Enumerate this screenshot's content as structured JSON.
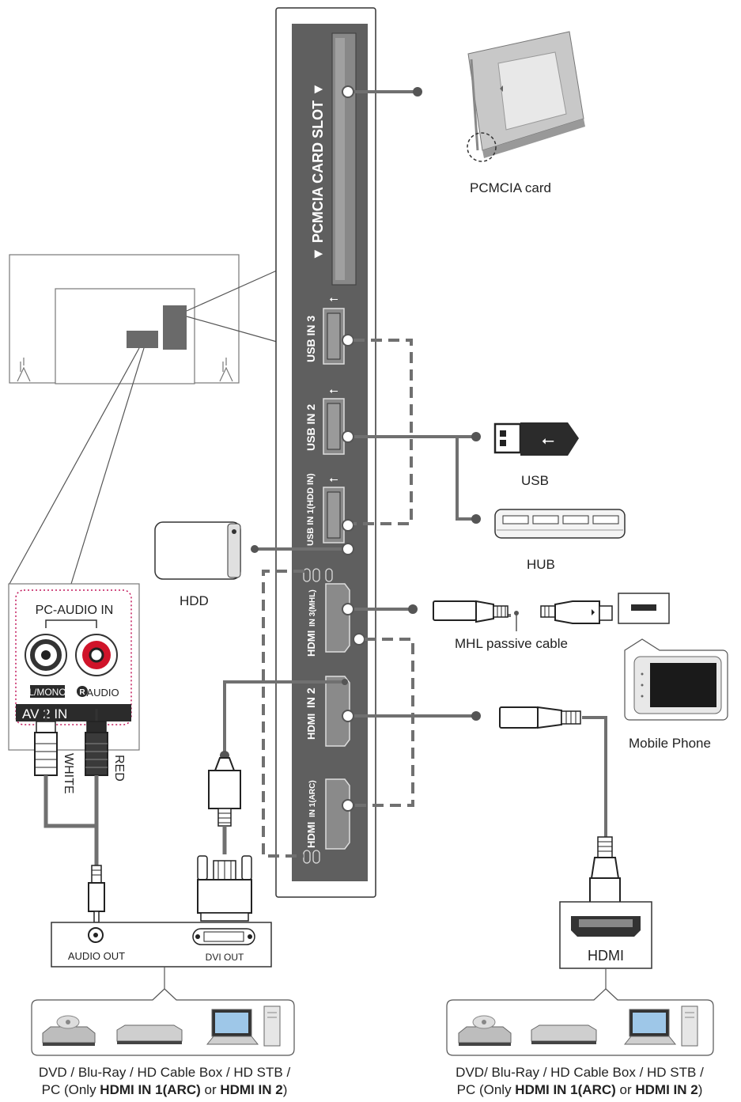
{
  "panel": {
    "pcmcia_slot": "▼ PCMCIA CARD SLOT ▼",
    "usb3": "USB IN 3",
    "usb2": "USB IN 2",
    "usb1": "USB IN 1(HDD IN)",
    "hdmi3_logo": "HDMI",
    "hdmi3": "IN 3(MHL)",
    "hdmi2_logo": "HDMI",
    "hdmi2": "IN 2",
    "hdmi1_logo": "HDMI",
    "hdmi1": "IN 1(ARC)"
  },
  "devices": {
    "pcmcia_card": "PCMCIA card",
    "usb": "USB",
    "hub": "HUB",
    "hdd": "HDD",
    "mhl_cable": "MHL passive cable",
    "mobile_phone": "Mobile Phone"
  },
  "audio_panel": {
    "title": "PC-AUDIO IN",
    "left_label": "L/MONO",
    "right_badge": "R",
    "right_label": "AUDIO",
    "bar": "AV 2 IN"
  },
  "cables": {
    "white": "WHITE",
    "red": "RED"
  },
  "source_left": {
    "audio_out": "AUDIO OUT",
    "dvi_out": "DVI OUT",
    "caption_line1": "DVD / Blu-Ray / HD Cable Box / HD STB /",
    "caption_pre": "PC (Only ",
    "caption_b1": "HDMI IN 1(ARC)",
    "caption_mid": " or ",
    "caption_b2": "HDMI IN 2",
    "caption_post": ")"
  },
  "source_right": {
    "hdmi_label": "HDMI",
    "caption_line1": "DVD/ Blu-Ray / HD Cable Box / HD STB /",
    "caption_pre": "PC (Only ",
    "caption_b1": "HDMI IN 1(ARC)",
    "caption_mid": " or ",
    "caption_b2": "HDMI IN 2",
    "caption_post": ")"
  },
  "colors": {
    "panel": "#5f5f5f",
    "cable": "#707070",
    "red_jack": "#d0142a",
    "dotted": "#c2185b"
  }
}
